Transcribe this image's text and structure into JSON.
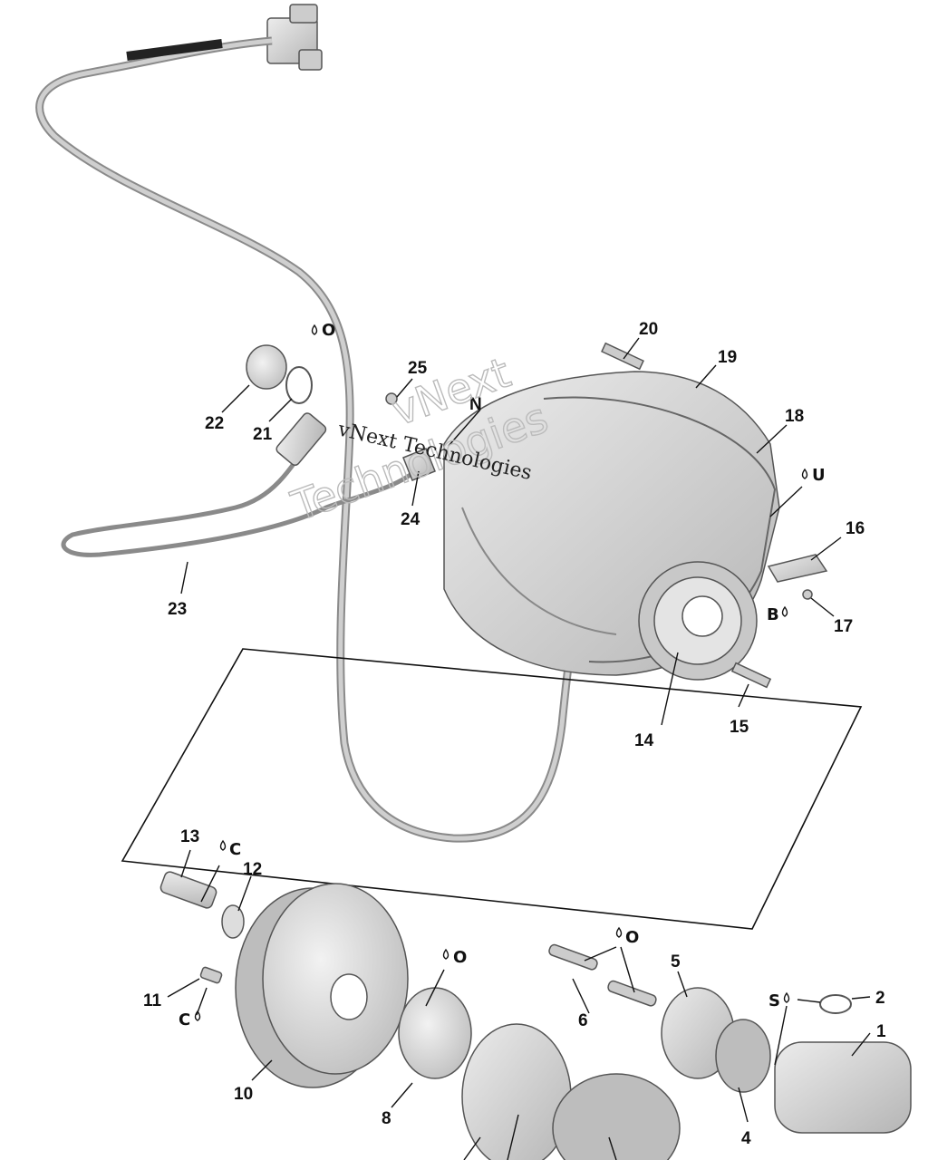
{
  "diagram": {
    "callouts": {
      "c1": "1",
      "c2": "2",
      "c4": "4",
      "c5": "5",
      "c6": "6",
      "c8": "8",
      "c10": "10",
      "c11": "11",
      "c12": "12",
      "c13": "13",
      "c14": "14",
      "c15": "15",
      "c16": "16",
      "c17": "17",
      "c18": "18",
      "c19": "19",
      "c20": "20",
      "c21": "21",
      "c22": "22",
      "c23": "23",
      "c24": "24",
      "c25": "25",
      "cN": "N"
    },
    "symbols": {
      "o_top": "O",
      "u": "U",
      "b": "B",
      "c_upper": "C",
      "c_lower": "C",
      "o_mid": "O",
      "o_right": "O",
      "s": "S"
    },
    "watermark": {
      "line1": "vNext Technologies",
      "outline_line1": "vNext",
      "outline_line2": "Technologies"
    },
    "colors": {
      "line": "#111111",
      "part_fill": "#d9d9d9",
      "part_stroke": "#555555"
    }
  }
}
